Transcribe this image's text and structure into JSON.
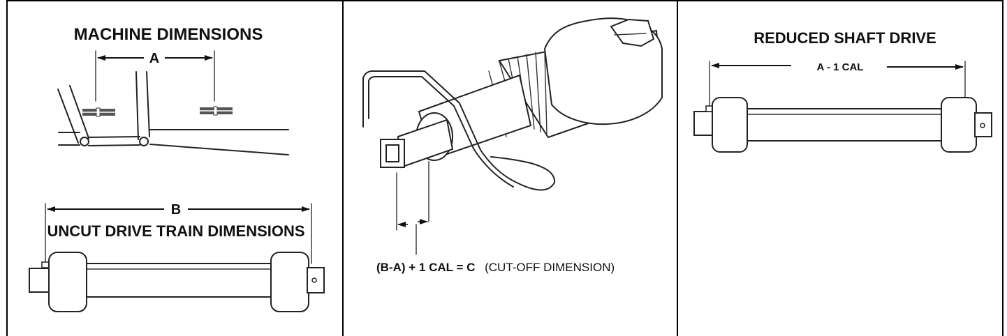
{
  "panels": {
    "machine": {
      "title": "MACHINE DIMENSIONS",
      "dim_a": "A",
      "dim_b": "B",
      "uncut_title": "UNCUT DRIVE TRAIN DIMENSIONS"
    },
    "cutoff": {
      "formula": "(B-A) + 1 CAL = C",
      "note": "(CUT-OFF DIMENSION)"
    },
    "reduced": {
      "title": "REDUCED SHAFT DRIVE",
      "dim_label": "A - 1 CAL"
    }
  }
}
